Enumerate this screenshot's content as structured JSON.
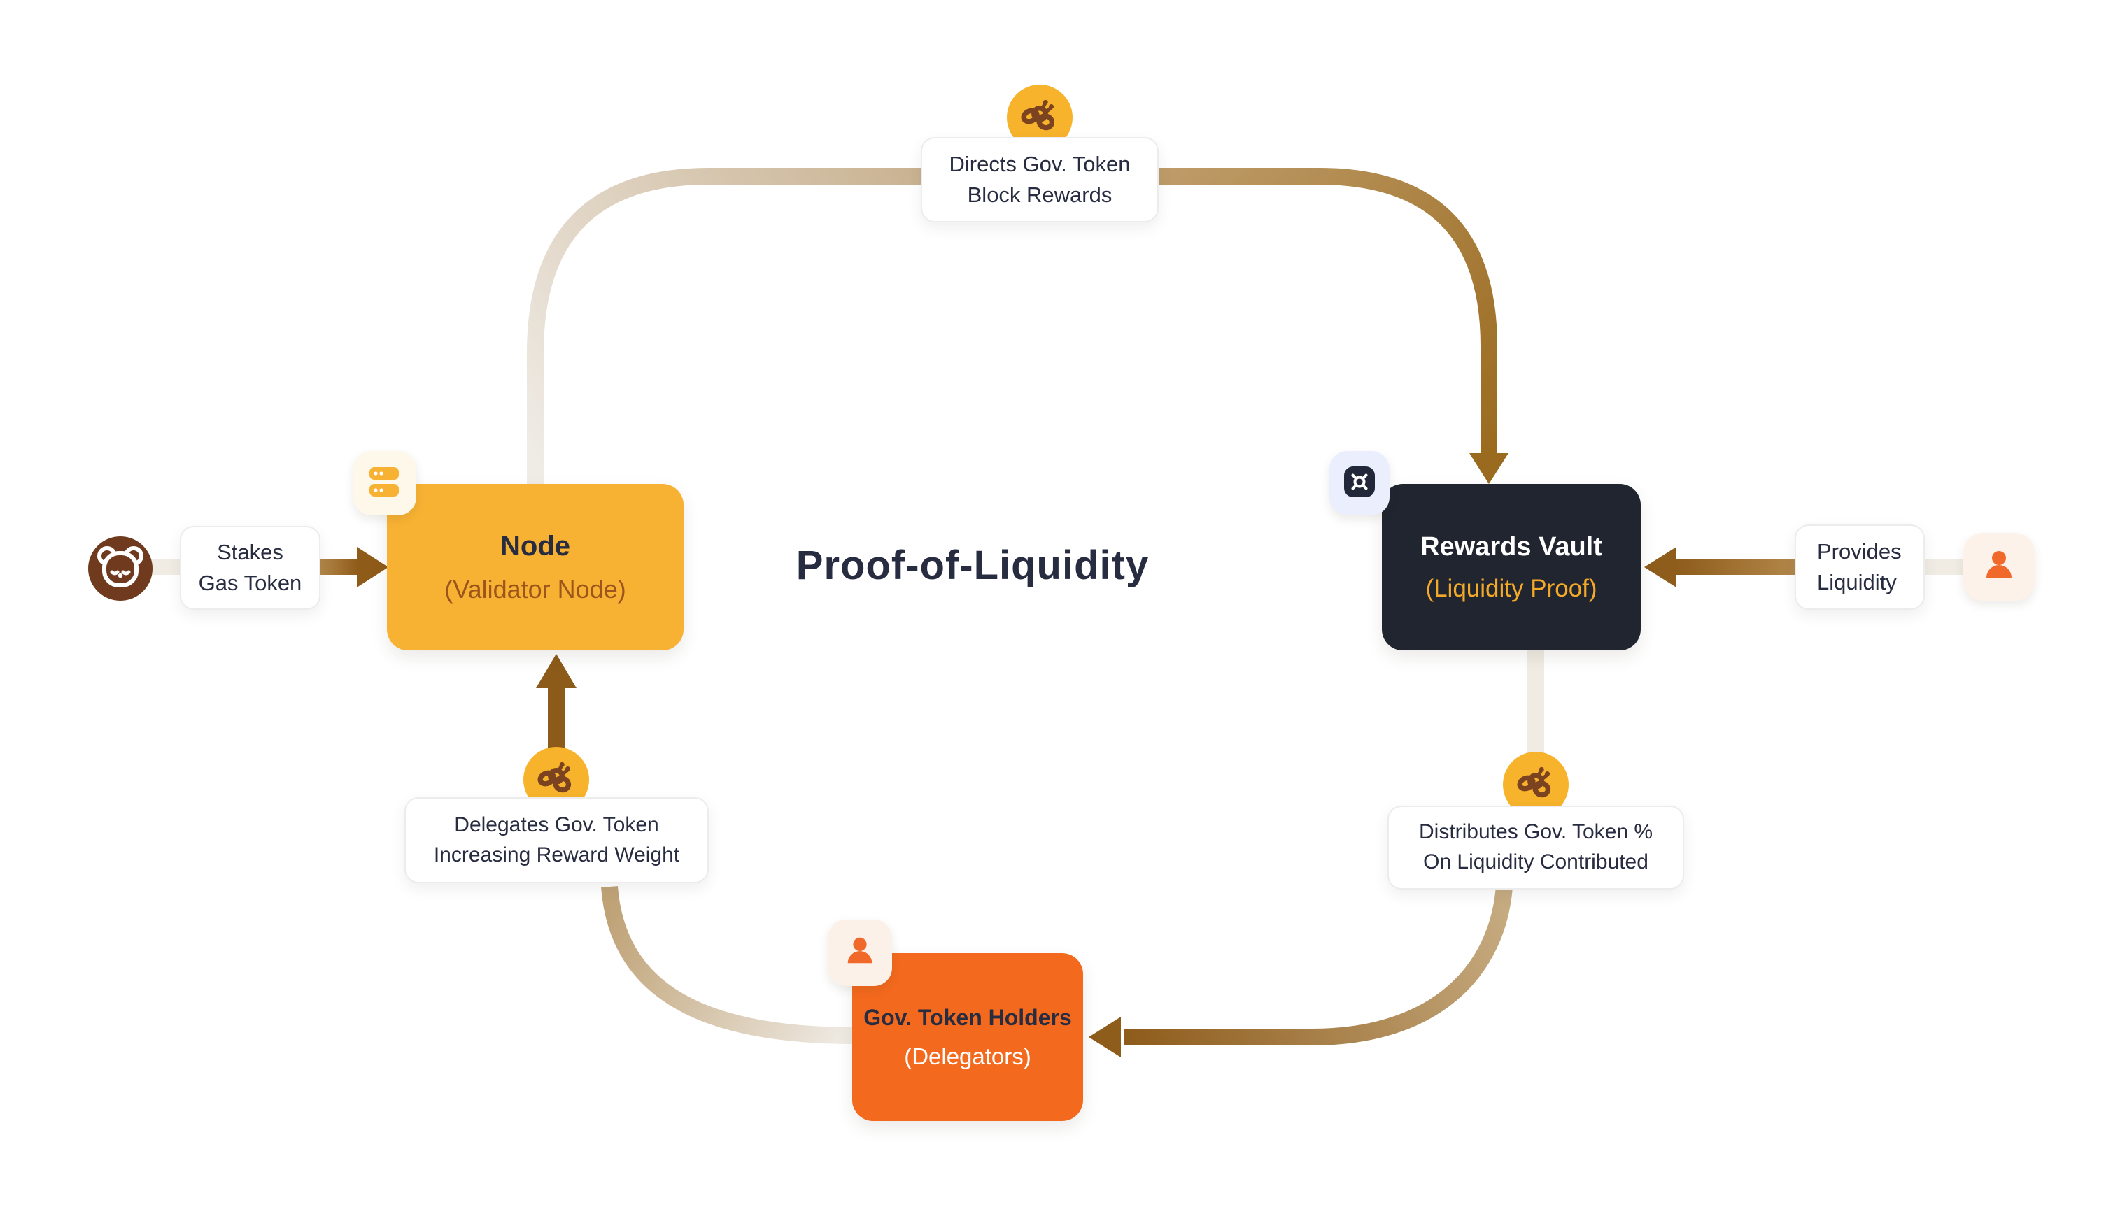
{
  "title": "Proof-of-Liquidity",
  "actors": {
    "staker": {
      "icon": "bear-icon"
    },
    "node": {
      "title": "Node",
      "subtitle": "(Validator Node)",
      "icon": "server-icon"
    },
    "vault": {
      "title": "Rewards Vault",
      "subtitle": "(Liquidity Proof)",
      "icon": "vault-icon"
    },
    "holders": {
      "title": "Gov. Token Holders",
      "subtitle": "(Delegators)",
      "icon": "person-icon"
    },
    "provider": {
      "icon": "person-icon"
    }
  },
  "flows": {
    "stakes": {
      "line1": "Stakes",
      "line2": "Gas Token"
    },
    "directs": {
      "line1": "Directs Gov. Token",
      "line2": "Block Rewards",
      "icon": "bee-icon"
    },
    "provides": {
      "line1": "Provides",
      "line2": "Liquidity"
    },
    "distributes": {
      "line1": "Distributes Gov. Token %",
      "line2": "On Liquidity Contributed",
      "icon": "bee-icon"
    },
    "delegates": {
      "line1": "Delegates Gov. Token",
      "line2": "Increasing Reward Weight",
      "icon": "bee-icon"
    }
  },
  "colors": {
    "navy": "#272C40",
    "node_yellow": "#F8B233",
    "node_subtitle_brown": "#9C551B",
    "vault_dark": "#21252F",
    "vault_gold": "#F4AA28",
    "holders_orange": "#F3691E",
    "bee_yellow": "#F7B32B",
    "bee_brown": "#7B431F",
    "bear_brown": "#6F3A1D",
    "arrow_brown": "#8E5C1B",
    "cream_line": "#F0ECE4",
    "tan_line": "#C9B291",
    "label_border": "#ECECEC",
    "person_orange": "#F1692A",
    "badge_cream": "#FEF8EB",
    "badge_lavender": "#EBEFFD",
    "badge_peach": "#FCF1E9"
  }
}
